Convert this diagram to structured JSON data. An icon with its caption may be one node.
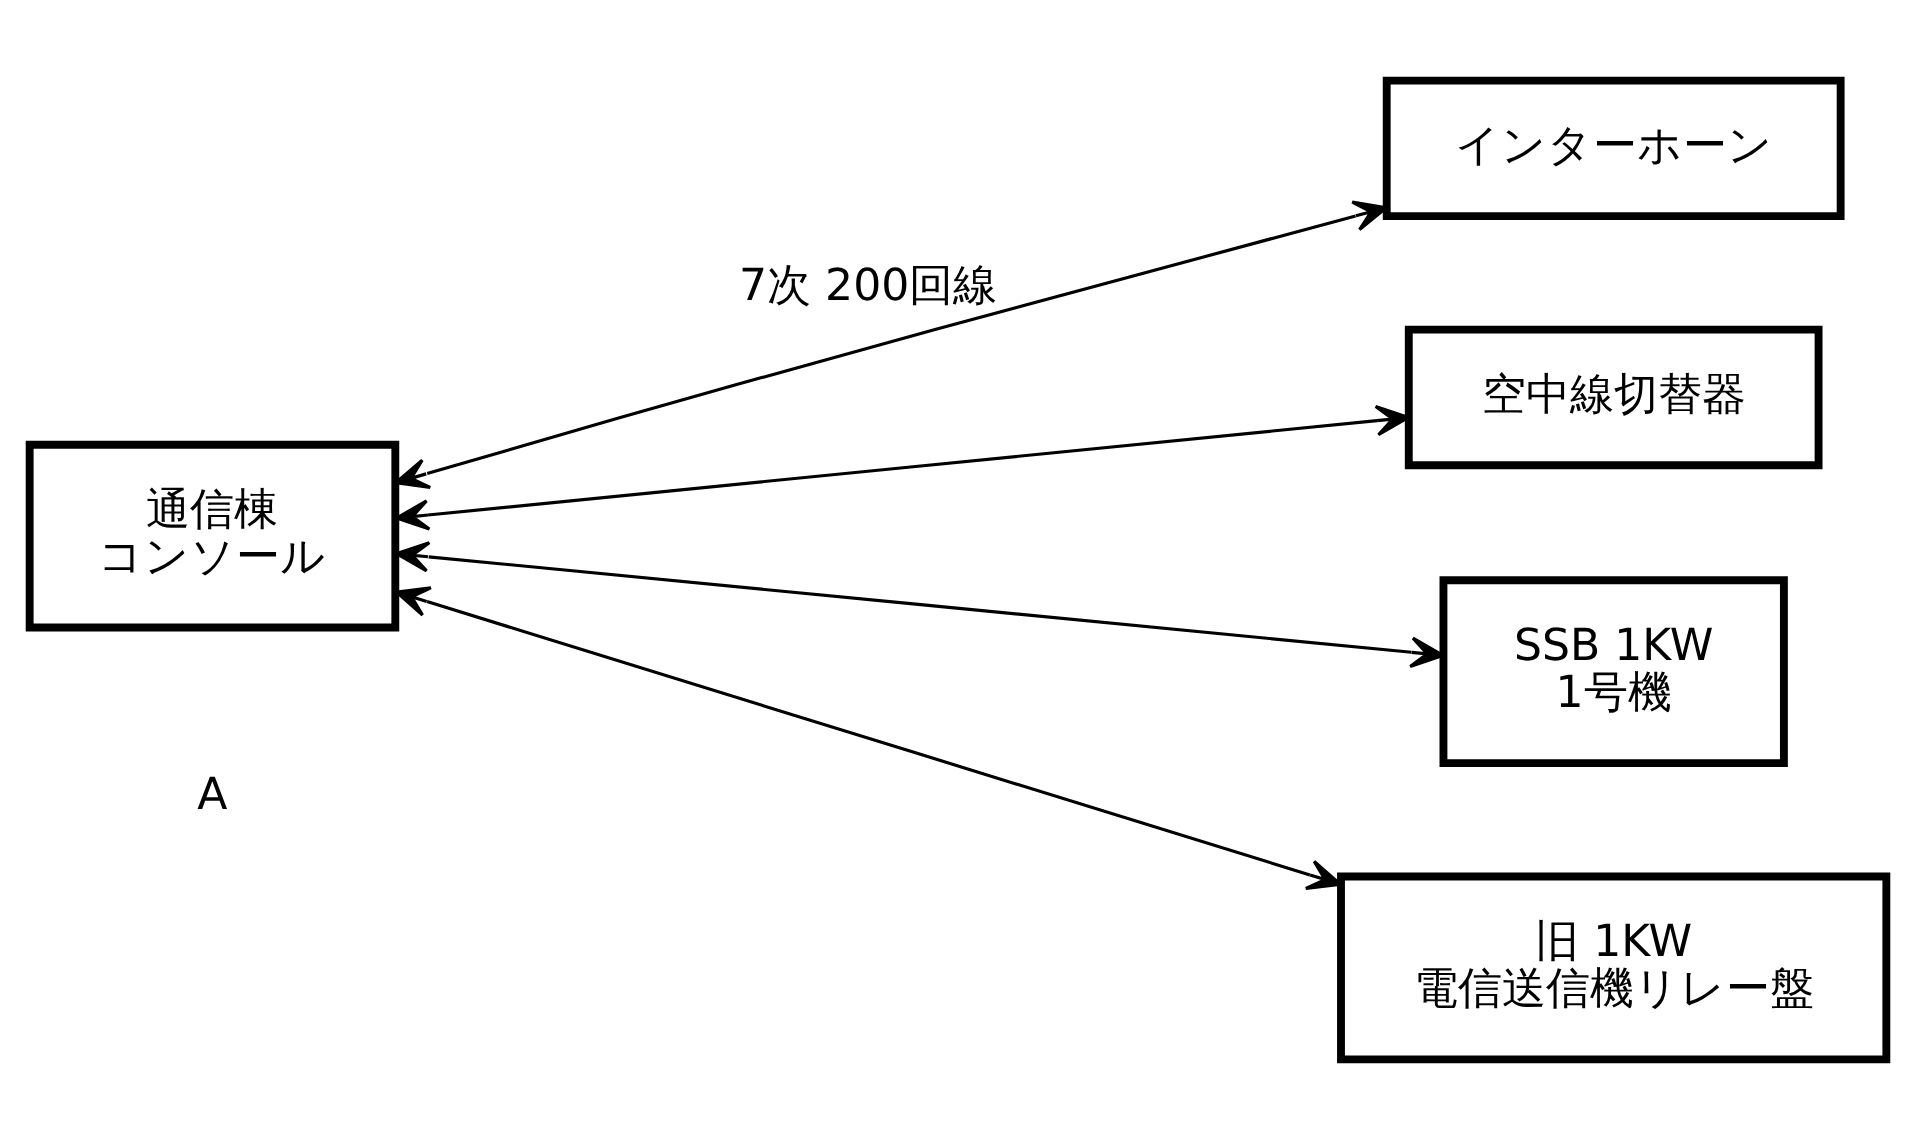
{
  "diagram": {
    "nodes": [
      {
        "text": [
          "通信棟",
          "コンソール"
        ]
      },
      {
        "text": [
          "インターホーン"
        ]
      },
      {
        "text": [
          "空中線切替器"
        ]
      },
      {
        "text": [
          "SSB 1KW",
          "1号機"
        ]
      },
      {
        "text": [
          "旧 1KW",
          "電信送信機リレー盤"
        ]
      }
    ],
    "edges": [
      {
        "from": 0,
        "to": 1,
        "arrow": "both",
        "label": "7次 200回線"
      },
      {
        "from": 0,
        "to": 2,
        "arrow": "both"
      },
      {
        "from": 0,
        "to": 3,
        "arrow": "both"
      },
      {
        "from": 0,
        "to": 4,
        "arrow": "both"
      }
    ],
    "labels": [
      "A"
    ]
  }
}
